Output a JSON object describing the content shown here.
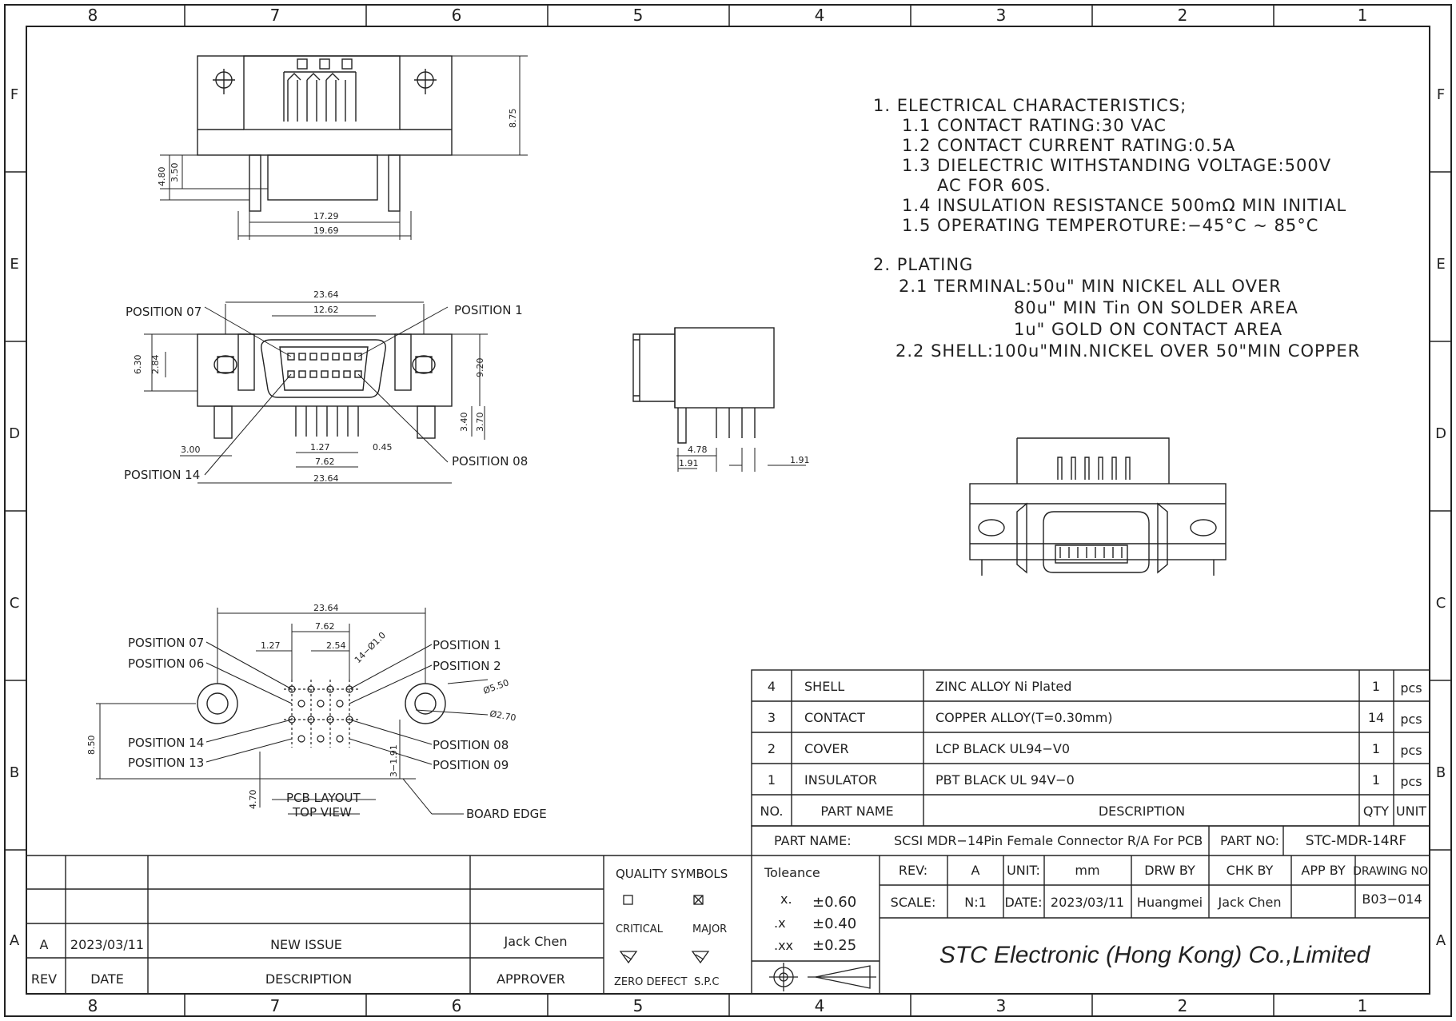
{
  "frame": {
    "col_labels": [
      "8",
      "7",
      "6",
      "5",
      "4",
      "3",
      "2",
      "1"
    ],
    "row_labels": [
      "F",
      "E",
      "D",
      "C",
      "B",
      "A"
    ]
  },
  "notes": {
    "lines": [
      "1.  ELECTRICAL CHARACTERISTICS;",
      "1.1  CONTACT RATING:30 VAC",
      "1.2  CONTACT CURRENT RATING:0.5A",
      "1.3  DIELECTRIC WITHSTANDING VOLTAGE:500V",
      "AC FOR 60S.",
      "1.4  INSULATION RESISTANCE 500mΩ MIN INITIAL",
      "1.5  OPERATING TEMPEROTURE:−45°C  ~  85°C",
      "2.  PLATING",
      "2.1  TERMINAL:50u\" MIN NICKEL ALL OVER",
      "80u\" MIN Tin ON SOLDER AREA",
      "1u\" GOLD ON CONTACT AREA",
      "2.2  SHELL:100u\"MIN.NICKEL OVER 50\"MIN COPPER"
    ]
  },
  "top_view": {
    "dims": {
      "h1": "8.75",
      "h2": "4.80",
      "h3": "3.50",
      "w1": "17.29",
      "w2": "19.69"
    }
  },
  "front_view": {
    "labels": {
      "pos07": "POSITION 07",
      "pos1": "POSITION 1",
      "pos14": "POSITION 14",
      "pos08": "POSITION 08"
    },
    "dims": {
      "w_top": "23.64",
      "w_inner": "12.62",
      "h_outer": "6.30",
      "h_inner": "2.84",
      "h_right": "9.20",
      "d1": "3.40",
      "d2": "3.70",
      "left": "3.00",
      "pitch": "1.27",
      "pin": "0.45",
      "span": "7.62",
      "w_bot": "23.64"
    }
  },
  "side_view": {
    "dims": {
      "a": "4.78",
      "b": "1.91",
      "c": "1.91"
    }
  },
  "pcb_layout": {
    "labels": {
      "pos07": "POSITION 07",
      "pos06": "POSITION 06",
      "pos1": "POSITION 1",
      "pos2": "POSITION 2",
      "pos14": "POSITION 14",
      "pos13": "POSITION 13",
      "pos08": "POSITION 08",
      "pos09": "POSITION 09",
      "board_edge": "BOARD EDGE"
    },
    "title1": "PCB LAYOUT",
    "title2": "TOP VIEW",
    "dims": {
      "w": "23.64",
      "span": "7.62",
      "pitch": "1.27",
      "pitch2": "2.54",
      "hole": "14−Ø1.0",
      "d1": "Ø5.50",
      "d2": "Ø2.70",
      "h": "8.50",
      "h2": "4.70",
      "edge": "3−1.91"
    }
  },
  "bom": {
    "rows": [
      {
        "no": "4",
        "part": "SHELL",
        "desc": "ZINC ALLOY Ni Plated",
        "qty": "1",
        "unit": "pcs"
      },
      {
        "no": "3",
        "part": "CONTACT",
        "desc": "COPPER ALLOY(T=0.30mm)",
        "qty": "14",
        "unit": "pcs"
      },
      {
        "no": "2",
        "part": "COVER",
        "desc": "LCP BLACK UL94−V0",
        "qty": "1",
        "unit": "pcs"
      },
      {
        "no": "1",
        "part": "INSULATOR",
        "desc": "PBT BLACK UL 94V−0",
        "qty": "1",
        "unit": "pcs"
      }
    ],
    "header": {
      "no": "NO.",
      "part": "PART NAME",
      "desc": "DESCRIPTION",
      "qty": "QTY",
      "unit": "UNIT"
    }
  },
  "title_block": {
    "part_name_label": "PART    NAME:",
    "part_name": "SCSI MDR−14Pin Female Connector R/A For PCB",
    "part_no_label": "PART NO:",
    "part_no": "STC-MDR-14RF",
    "tolerance_label": "Toleance",
    "tol": [
      {
        "k": "x.",
        "v": "±0.60"
      },
      {
        "k": ".x",
        "v": "±0.40"
      },
      {
        "k": ".xx",
        "v": "±0.25"
      }
    ],
    "rev_label": "REV:",
    "rev": "A",
    "unit_label": "UNIT:",
    "unit": "mm",
    "drw_label": "DRW BY",
    "drw": "Huangmei",
    "chk_label": "CHK BY",
    "chk": "Jack Chen",
    "app_label": "APP BY",
    "drawing_no_label": "DRAWING NO.",
    "drawing_no": "B03−014",
    "scale_label": "SCALE:",
    "scale": "N:1",
    "date_label": "DATE:",
    "date": "2023/03/11",
    "company": "STC Electronic (Hong Kong) Co.,Limited"
  },
  "quality": {
    "title": "QUALITY SYMBOLS",
    "critical": "CRITICAL",
    "major": "MAJOR",
    "zero_defect": "ZERO DEFECT",
    "spc": "S.P.C"
  },
  "revision": {
    "rev": "A",
    "date": "2023/03/11",
    "desc": "NEW ISSUE",
    "approver": "Jack Chen",
    "header": {
      "rev": "REV",
      "date": "DATE",
      "desc": "DESCRIPTION",
      "approver": "APPROVER"
    }
  }
}
